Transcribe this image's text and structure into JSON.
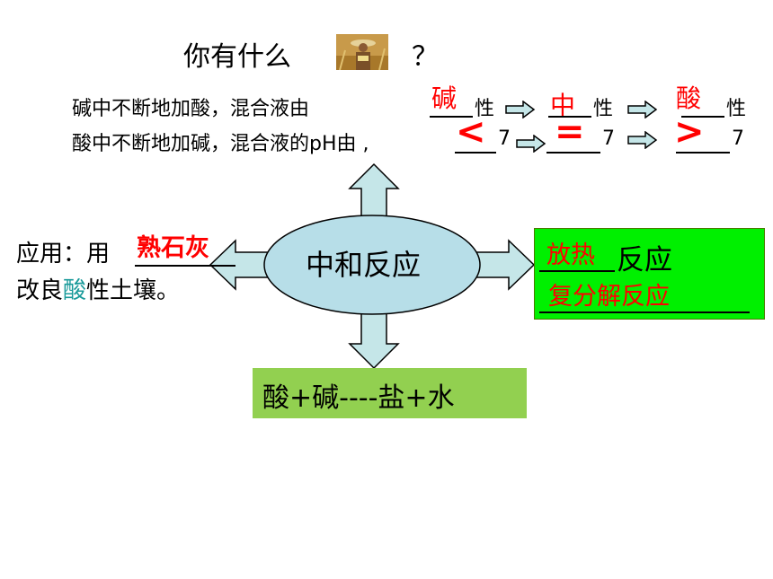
{
  "question": {
    "before": "你有什么",
    "after": "？",
    "image_icon": "farmer-photo"
  },
  "row1": {
    "prefix": "碱中不断地加酸，混合液由",
    "fill1": "碱",
    "mid1": "性",
    "fill2": "中",
    "mid2": "性",
    "fill3": "酸",
    "mid3": "性"
  },
  "row2": {
    "prefix": "酸中不断地加碱，混合液的pH由 ,",
    "sym1": "<",
    "val1": "7",
    "sym2": "=",
    "val2": "7",
    "sym3": ">",
    "val3": "7"
  },
  "center": {
    "label": "中和反应"
  },
  "left": {
    "line1_prefix": "应用：用",
    "answer": "熟石灰",
    "line2_a": "改良",
    "line2_acid": "酸",
    "line2_b": "性土壤。"
  },
  "right": {
    "answer1": "放热",
    "suffix1": "反应",
    "answer2": "复分解反应"
  },
  "bottom": {
    "formula": "酸+碱----盐+水"
  },
  "colors": {
    "answer_red": "#ff0000",
    "teal": "#199a9a",
    "ellipse_fill": "#b7dee8",
    "arrow_fill": "#c5e6e8",
    "right_box": "#00f000",
    "bottom_box": "#92d050"
  }
}
